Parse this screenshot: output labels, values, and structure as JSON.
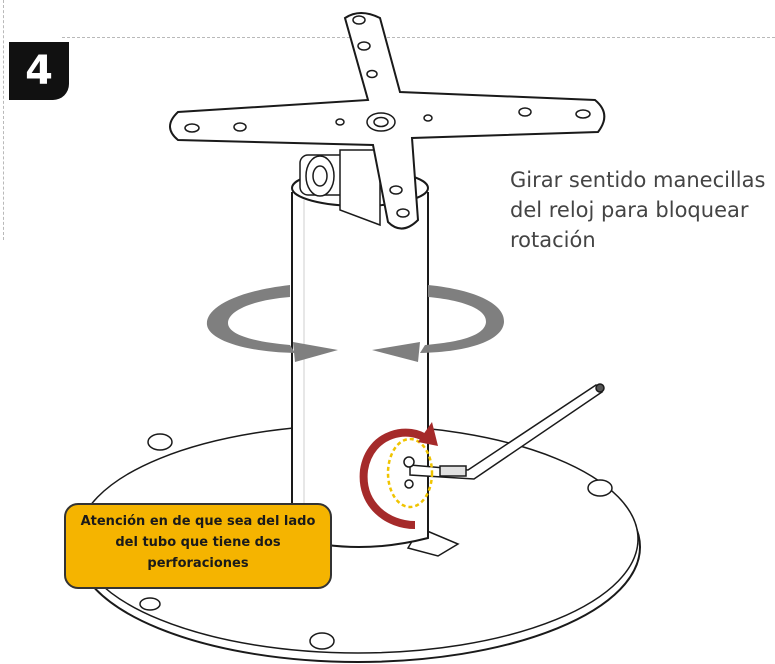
{
  "step": {
    "number": "4"
  },
  "instruction": {
    "lines": [
      "Girar sentido manecillas",
      "del reloj para bloquear",
      "rotación"
    ]
  },
  "warning": {
    "lines": [
      "Atención en de que sea del lado",
      "del tubo que tiene dos",
      "perforaciones"
    ]
  },
  "colors": {
    "warning_fill": "#f5b400",
    "rotation_arrow": "#a52a2a",
    "rotation_ring": "#7f7f7f",
    "hole_marker": "#f0c400",
    "badge": "#111111"
  },
  "icons": [
    "rotate-ring-icon",
    "clockwise-arrow-icon",
    "allen-key-icon"
  ]
}
